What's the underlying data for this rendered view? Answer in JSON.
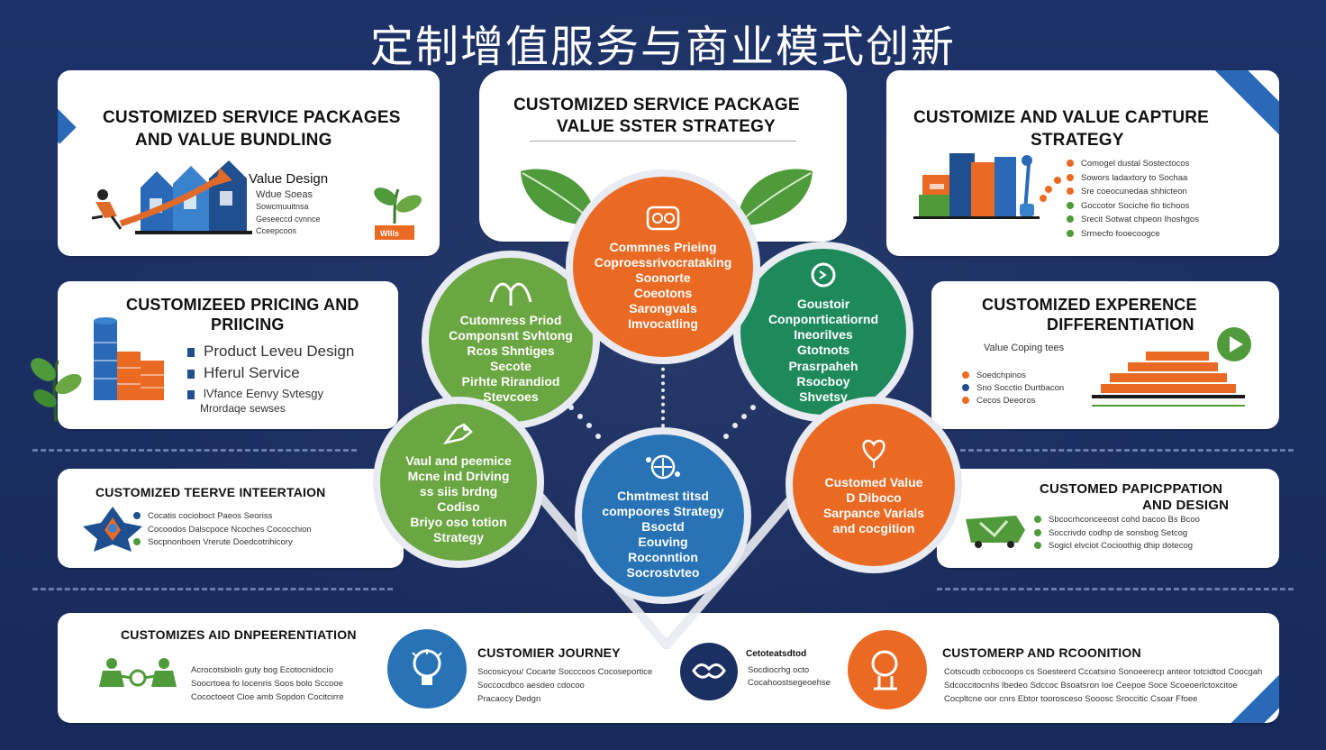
{
  "title": "定制增值服务与商业模式创新",
  "colors": {
    "navy": "#1b2f63",
    "green": "#6aa641",
    "orange": "#ea6a24",
    "teal": "#1e8a5c",
    "blue": "#2873b6"
  },
  "cards": {
    "top_left": {
      "title_1": "CUSTOMIZED SERVICE PACKAGES",
      "title_2": "AND VALUE BUNDLING",
      "lines": [
        "Value Design",
        "Wdue Soeas",
        "Sowcmuuitnsa",
        "Geseeccd cvnnce",
        "Cceepcoos"
      ],
      "icon": "growth-houses-icon",
      "badge": "Wllls"
    },
    "top_center": {
      "title_1": "CUSTOMIZED SERVICE PACKAGE",
      "title_2": "VALUE SSTER STRATEGY"
    },
    "top_right": {
      "title_1": "CUSTOMIZE AND VALUE CAPTURE",
      "title_2": "STRATEGY",
      "lines": [
        "Comogel dustal Sostectocos",
        "Sowors ladaxtory to Sochaa",
        "Sre coeocunedaa shhicteon",
        "Goccotor Sociche fio tichoos",
        "Srecit Sotwat chpeon Ihoshgos",
        "Srrnecfo fooecoogce"
      ]
    },
    "mid_left": {
      "title_1": "CUSTOMIZEED PRICING AND",
      "title_2": "PRIICING",
      "lines": [
        "Product Leveu Design",
        "Hferul Service",
        "lVfance Eenvy Svtesgy",
        "Mrordaqe sewses"
      ]
    },
    "mid_right": {
      "title_1": "CUSTOMIZED EXPERENCE",
      "title_2": "DIFFERENTIATION",
      "subtitle": "Value Coping tees",
      "lines": [
        "Soedchpinos",
        "Sno Socctio Durtbacon",
        "Cecos Deeoros"
      ]
    },
    "row3_left": {
      "title": "CUSTOMIZED TEERVE INTEERTAION",
      "lines": [
        "Cocatis cocioboct Paeos Seoriss",
        "Cocoodos Dalscpoce Ncoches Cococchion",
        "Socpnonboen Vrerute Doedcotrihicory"
      ]
    },
    "row3_right": {
      "title_1": "CUSTOMED PAPICPPATION",
      "title_2": "AND DESIGN",
      "lines": [
        "Sbcocrhconceeost cohd bacoo Bs Bcoo",
        "Soccrivdo codhp de sonsbog Setcog",
        "Sogicl elvciot Cocioothig dhip dotecog"
      ]
    },
    "bottom": {
      "left_title": "CUSTOMIZES AID DNPEERENTIATION",
      "left_lines": [
        "Acrocotsbioln guty bog Ecotocnidocio",
        "Soocrtoea fo Iocenris Soos bolo Sccooe",
        "Cococtoeot Cioe amb Sopdon Cocitcirre"
      ],
      "journey_title": "CUSTOMIER JOURNEY",
      "journey_lines": [
        "Socosicyou/ Cocarte Socccoos Cocoseportice",
        "Soccocdbco aesdeo cdocoo",
        "Pracaocy Dedgn"
      ],
      "mini_title": "Cetoteatsdtod",
      "mini_lines": [
        "Socdiocrhg octo",
        "Cocahoostsegeoehse"
      ],
      "recog_title": "CUSTOMERP AND RCOONITION",
      "recog_lines": [
        "Cotscudb ccbocoops cs Soesteerd Cccatsino Sonoeerecp anteor totcidtod Coocgah",
        "Sdcoccitocnhs Ibedeo Sdccoc Bsoatsron Ioe Ceepoe Soce Scoeoerlctoxcitoe",
        "Cocpltcne oor cnrs Ebtor toorosceso Sooosc Sroccitic Csoar Ffoee"
      ]
    }
  },
  "circles": {
    "top": {
      "lines": [
        "Commnes Prieing",
        "Coproessrivocrataking",
        "Soonorte",
        "Coeotons",
        "Sarongvals",
        "Imvocatling"
      ]
    },
    "left": {
      "lines": [
        "Cutomress Priod",
        "Componsnt Svhtong",
        "Rcos Shntiges",
        "Secote",
        "Pirhte Rirandiod",
        "Stevcoes"
      ]
    },
    "right": {
      "lines": [
        "Goustoir",
        "Conponrticatiornd",
        "Ineorilves",
        "Gtotnots",
        "Prasrpaheh",
        "Rsocboy",
        "Shvetsy"
      ]
    },
    "lower_left": {
      "lines": [
        "Vaul and peemice",
        "Mcne ind Driving",
        "ss siis brdng",
        "Codiso",
        "Briyo oso totion",
        "Strategy"
      ]
    },
    "bottom": {
      "lines": [
        "Chmtmest titsd",
        "compoores Strategy",
        "Bsoctd",
        "Eouving",
        "Roconntion",
        "Socrostvteo"
      ]
    },
    "lower_right": {
      "lines": [
        "Customed Value",
        "D Diboco",
        "Sarpance Varials",
        "and cocgition"
      ]
    }
  }
}
